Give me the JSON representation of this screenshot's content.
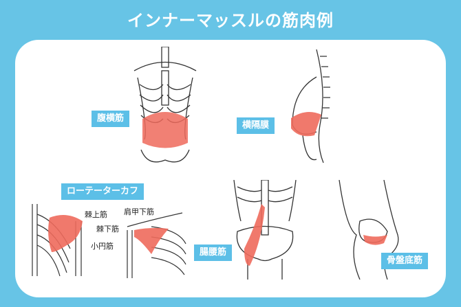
{
  "title": "インナーマッスルの筋肉例",
  "labels": {
    "transversus": "腹横筋",
    "diaphragm": "横隔膜",
    "rotator_cuff": "ローテーターカフ",
    "supraspinatus": "棘上筋",
    "infraspinatus": "棘下筋",
    "teres_minor": "小円筋",
    "subscapularis": "肩甲下筋",
    "iliopsoas": "腸腰筋",
    "pelvic_floor": "骨盤底筋"
  },
  "colors": {
    "background": "#67c4e6",
    "label": "#5cbfe7",
    "muscle": "#ee6a5c"
  }
}
